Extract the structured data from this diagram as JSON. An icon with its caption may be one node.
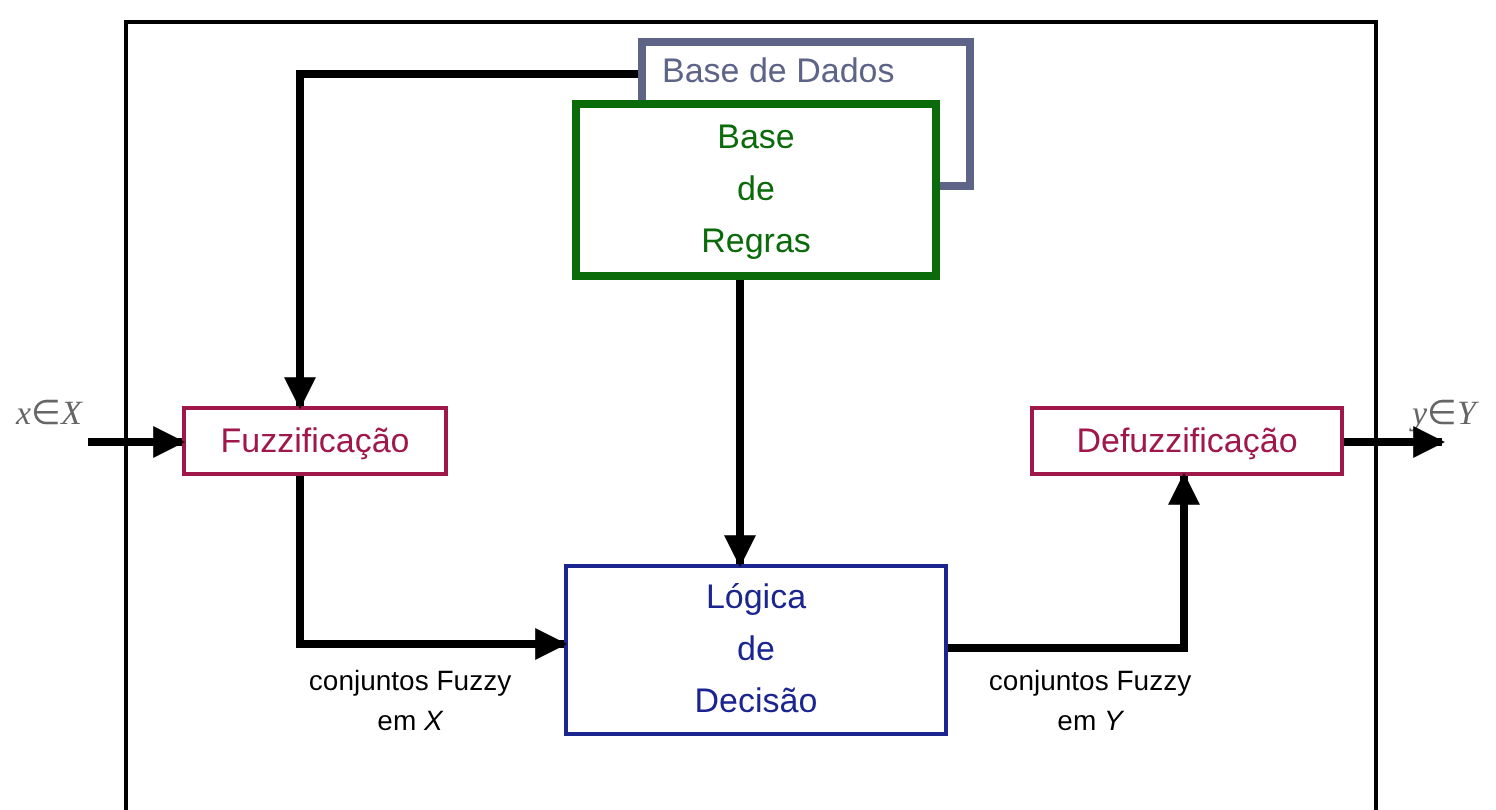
{
  "diagram": {
    "nodes": [
      {
        "text": [],
        "shape": "box"
      },
      {
        "text": [
          "Base de Dados"
        ],
        "in": 0
      },
      {
        "text": [
          "Base de Regras"
        ],
        "in": 0
      },
      {
        "text": [
          "*x*∈*X*"
        ]
      },
      {
        "text": [
          "Fuzzificação"
        ],
        "in": 0
      },
      {
        "text": [
          "Defuzzificação"
        ],
        "in": 0
      },
      {
        "text": [
          "*y*∈*Y*"
        ]
      },
      {
        "text": [
          "Lógica de Decisão"
        ],
        "in": 0
      }
    ],
    "edges": [
      {
        "from": 1,
        "to": 4,
        "arrow": "to"
      },
      {
        "from": 2,
        "to": 7,
        "arrow": "to"
      },
      {
        "from": 3,
        "to": 4,
        "arrow": "to"
      },
      {
        "from": 4,
        "to": 7,
        "arrow": "to",
        "label": "conjuntos Fuzzy em *X*"
      },
      {
        "from": 7,
        "to": 5,
        "arrow": "to",
        "label": "conjuntos Fuzzy em *Y*"
      },
      {
        "from": 5,
        "to": 6,
        "arrow": "to"
      }
    ]
  }
}
